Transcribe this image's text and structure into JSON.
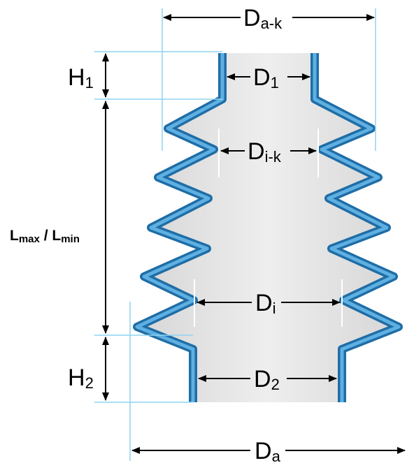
{
  "colors": {
    "bellows_stroke_outer": "#1f6da6",
    "bellows_stroke_inner": "#5fb0e2",
    "bellows_fill": "#e6e6e6",
    "extension_line": "#8fd3f0",
    "dimension_line": "#000000"
  },
  "labels": {
    "da_k": {
      "main": "D",
      "sub": "a-k"
    },
    "d1": {
      "main": "D",
      "sub": "1"
    },
    "di_k": {
      "main": "D",
      "sub": "i-k"
    },
    "di": {
      "main": "D",
      "sub": "i"
    },
    "d2": {
      "main": "D",
      "sub": "2"
    },
    "da": {
      "main": "D",
      "sub": "a"
    },
    "h1": {
      "main": "H",
      "sub": "1"
    },
    "h2": {
      "main": "H",
      "sub": "2"
    },
    "length": {
      "l1": "L",
      "s1": "max",
      "sep": " / ",
      "l2": "L",
      "s2": "min"
    }
  }
}
